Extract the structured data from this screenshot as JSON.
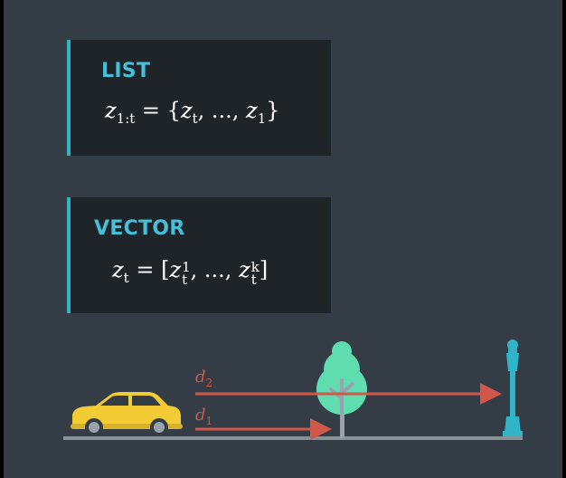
{
  "cards": {
    "list": {
      "title": "LIST",
      "formula": {
        "var": "z",
        "sub": "1:t",
        "eq": "=",
        "open": "{",
        "first_var": "z",
        "first_sub": "t",
        "sep": ", ..., ",
        "last_var": "z",
        "last_sub": "1",
        "close": "}"
      }
    },
    "vector": {
      "title": "VECTOR",
      "formula": {
        "var": "z",
        "sub": "t",
        "eq": "=",
        "open": "[",
        "first_var": "z",
        "first_sup": "1",
        "first_sub": "t",
        "sep": ", ..., ",
        "last_var": "z",
        "last_sup": "k",
        "last_sub": "t",
        "close": "]"
      }
    }
  },
  "scene": {
    "d2": {
      "letter": "d",
      "sub": "2"
    },
    "d1": {
      "letter": "d",
      "sub": "1"
    }
  },
  "colors": {
    "background": "#343d46",
    "card": "#1f2429",
    "accent": "#2fb4c8",
    "title": "#45c0d8",
    "arrow": "#d0574a",
    "car": "#f2cb35",
    "tree": "#5fdcb0",
    "lamp": "#2fb4c8",
    "ground": "#8a9097"
  }
}
